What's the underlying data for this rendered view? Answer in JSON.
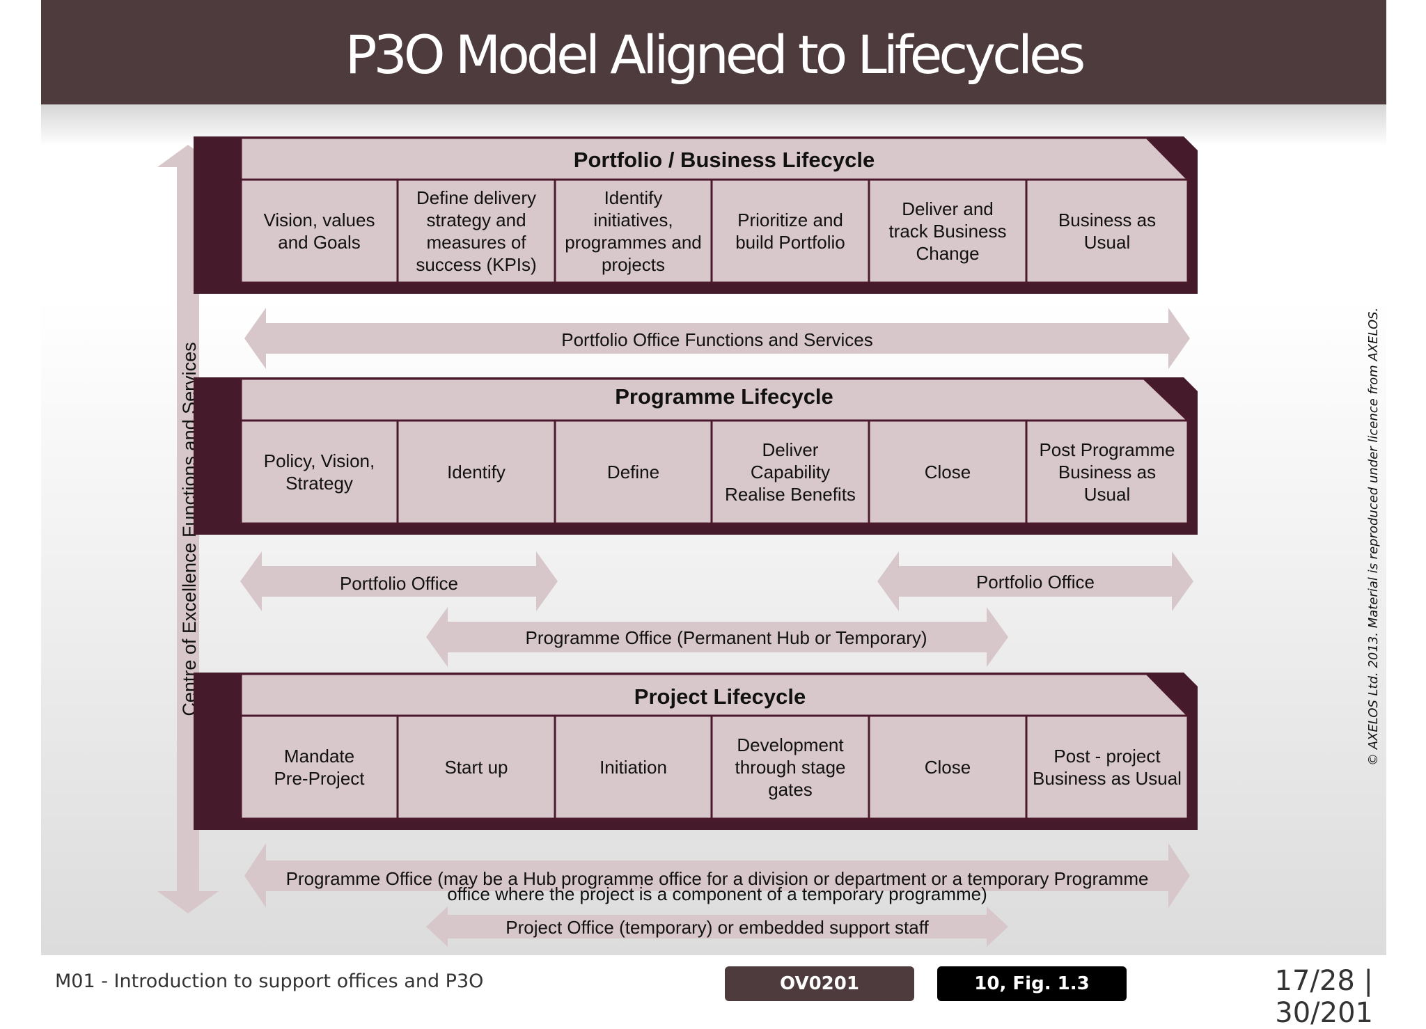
{
  "header": {
    "title": "P3O Model Aligned to Lifecycles"
  },
  "side_arrow": {
    "label": "Centre of Excellence Functions and Services"
  },
  "portfolio": {
    "title": "Portfolio / Business Lifecycle",
    "cells": [
      [
        "Vision, values",
        "and Goals"
      ],
      [
        "Define delivery",
        "strategy and",
        "measures of",
        "success (KPIs)"
      ],
      [
        "Identify",
        "initiatives,",
        "programmes and",
        "projects"
      ],
      [
        "Prioritize and",
        "build Portfolio"
      ],
      [
        "Deliver and",
        "track Business",
        "Change"
      ],
      [
        "Business as",
        "Usual"
      ]
    ]
  },
  "portfolio_office_arrow": {
    "label": "Portfolio Office Functions and Services"
  },
  "programme": {
    "title": "Programme Lifecycle",
    "cells": [
      [
        "Policy, Vision,",
        "Strategy"
      ],
      [
        "Identify"
      ],
      [
        "Define"
      ],
      [
        "Deliver",
        "Capability",
        "Realise Benefits"
      ],
      [
        "Close"
      ],
      [
        "Post Programme",
        "Business as",
        "Usual"
      ]
    ]
  },
  "programme_arrows": {
    "left_label": "Portfolio Office",
    "right_label": "Portfolio Office",
    "middle_label": "Programme Office (Permanent Hub or Temporary)"
  },
  "project": {
    "title": "Project Lifecycle",
    "cells": [
      [
        "Mandate",
        "Pre-Project"
      ],
      [
        "Start up"
      ],
      [
        "Initiation"
      ],
      [
        "Development",
        "through stage",
        "gates"
      ],
      [
        "Close"
      ],
      [
        "Post - project",
        "Business as Usual"
      ]
    ]
  },
  "project_arrows": {
    "top_line1": "Programme Office (may be a Hub programme office for a division or department or a temporary Programme",
    "top_line2": "office where the project is a component of a temporary programme)",
    "bottom_label": "Project Office (temporary) or embedded support staff"
  },
  "copyright": "© AXELOS Ltd. 2013. Material is reproduced under licence from AXELOS.",
  "footer": {
    "module": "M01 - Introduction to support offices and P3O",
    "code": "OV0201",
    "reference": "10, Fig. 1.3",
    "page": "17/28 | 30/201"
  },
  "colors": {
    "header": "#4d3b3d",
    "box_fill": "#d9c8cb",
    "arrow_fill": "#d7c7ca",
    "border": "#4a1a2c",
    "shadow": "#451a2b"
  }
}
